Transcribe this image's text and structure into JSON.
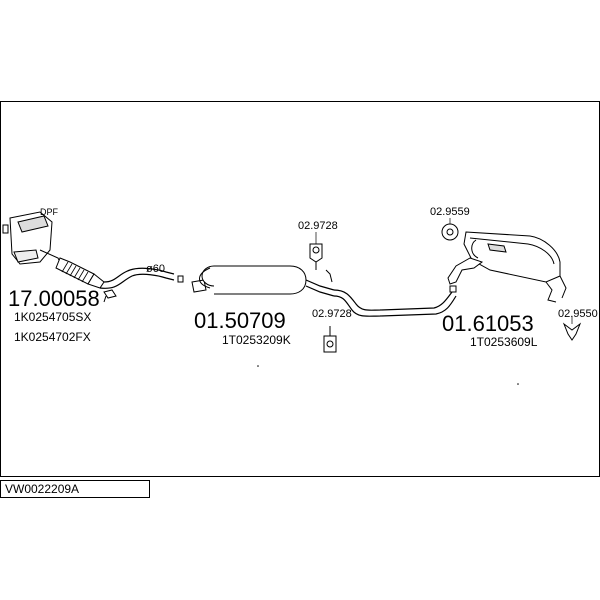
{
  "diagram_code": "VW0022209A",
  "catalyst": {
    "tag": "DPF",
    "code": "17.00058",
    "refs": [
      "1K0254705SX",
      "1K0254702FX"
    ]
  },
  "pipe_diameter": "ø60",
  "middle_silencer": {
    "code": "01.50709",
    "ref": "1T0253209K"
  },
  "rear_silencer": {
    "code": "01.61053",
    "ref": "1T0253609L"
  },
  "hangers": {
    "upper_middle": "02.9728",
    "lower_middle": "02.9728",
    "rear_top": "02.9559",
    "rear_right": "02.9550"
  }
}
